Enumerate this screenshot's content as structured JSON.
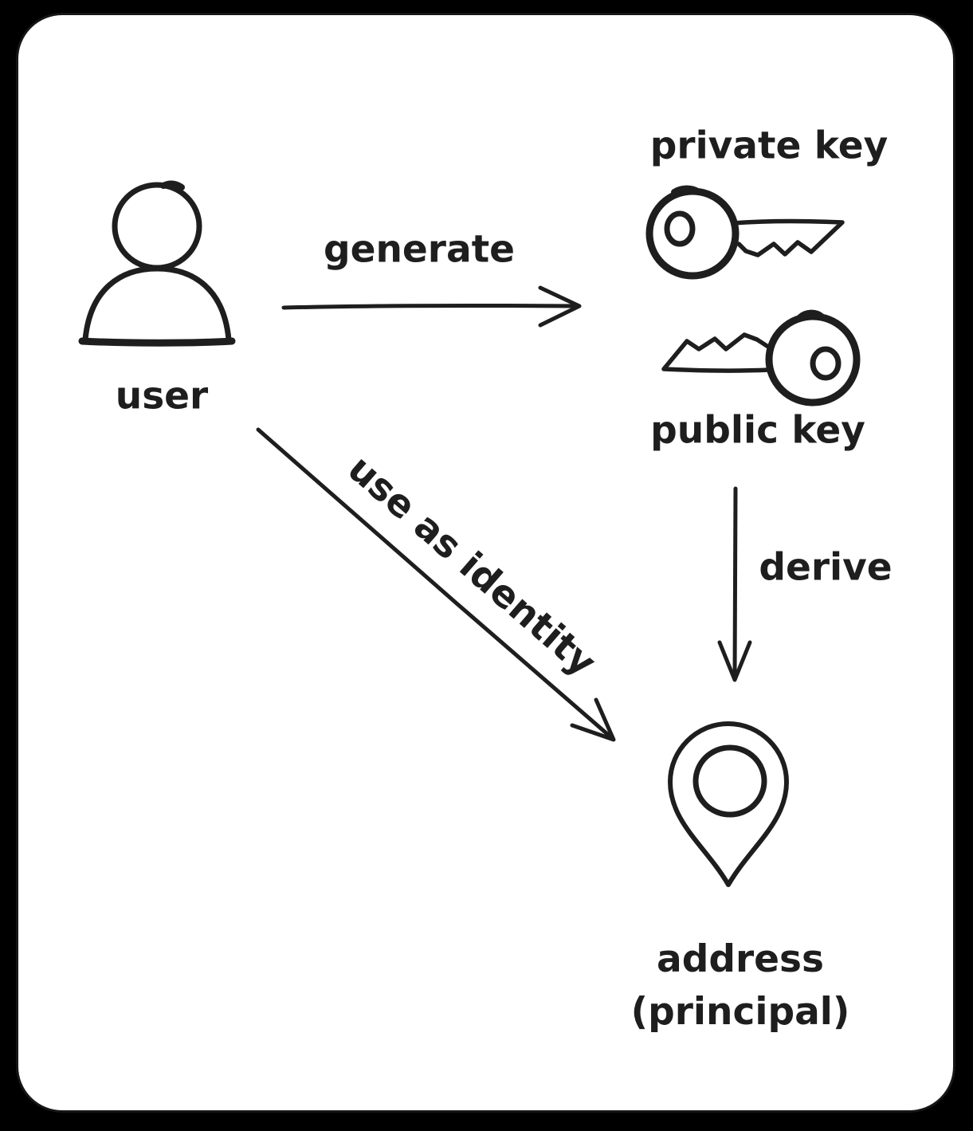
{
  "diagram": {
    "title": "key generation and identity derivation diagram",
    "colors": {
      "outer_background": "#000000",
      "card_background": "#ffffff",
      "stroke": "#1e1e1e"
    },
    "icons": {
      "user": "person-icon",
      "private_key": "key-icon",
      "public_key": "key-mirrored-icon",
      "address": "location-pin-icon"
    },
    "nodes": {
      "user": {
        "label": "user"
      },
      "private_key": {
        "label": "private key"
      },
      "public_key": {
        "label": "public key"
      },
      "address": {
        "label": "address",
        "sublabel": "(principal)"
      }
    },
    "edges": {
      "generate": {
        "label": "generate",
        "from": "user",
        "to": "private key / public key"
      },
      "derive": {
        "label": "derive",
        "from": "public key",
        "to": "address (principal)"
      },
      "use_as_identity": {
        "label": "use as identity",
        "from": "user",
        "to": "address (principal)"
      }
    }
  }
}
